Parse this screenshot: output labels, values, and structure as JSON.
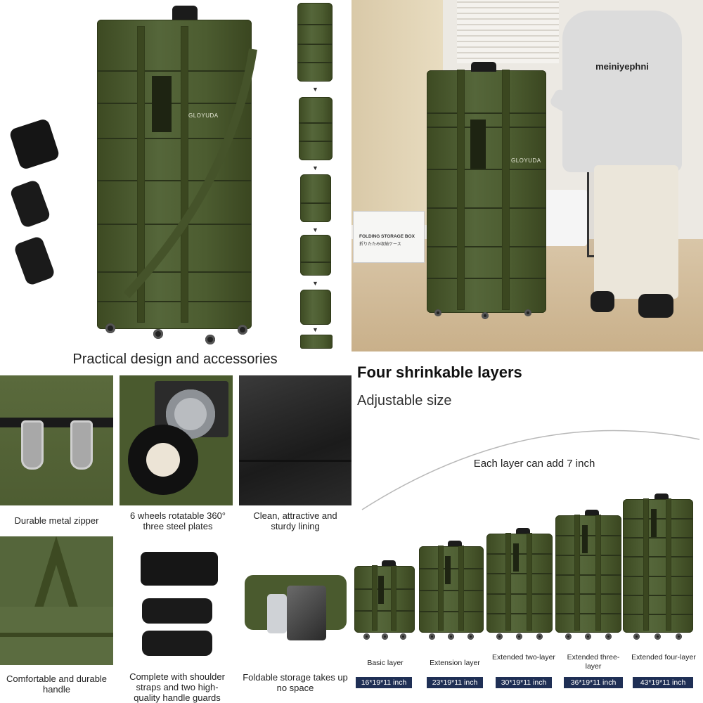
{
  "brand": "GLOYUDA",
  "hero": {
    "caption": "Practical design and accessories"
  },
  "photo": {
    "hoodie_text": "meiniyephni",
    "box_text_1": "FOLDING STORAGE BOX",
    "box_text_2": "折りたたみ収納ケース"
  },
  "layers_section": {
    "title": "Four shrinkable layers",
    "subtitle": "Adjustable size",
    "note": "Each layer can add 7 inch",
    "items": [
      {
        "label": "Basic layer",
        "size": "16*19*11 inch"
      },
      {
        "label": "Extension layer",
        "size": "23*19*11 inch"
      },
      {
        "label": "Extended two-layer",
        "size": "30*19*11 inch"
      },
      {
        "label": "Extended three-layer",
        "size": "36*19*11 inch"
      },
      {
        "label": "Extended four-layer",
        "size": "43*19*11 inch"
      }
    ]
  },
  "features": [
    {
      "caption": "Durable metal zipper"
    },
    {
      "caption": "6 wheels rotatable 360° three steel plates"
    },
    {
      "caption": "Clean, attractive and sturdy lining"
    },
    {
      "caption": "Comfortable and durable handle"
    },
    {
      "caption": "Complete with shoulder straps and two high-quality handle guards"
    },
    {
      "caption": "Foldable storage takes up no space"
    }
  ],
  "colors": {
    "olive": "#4a5a2e",
    "badge_navy": "#1f2f55"
  }
}
